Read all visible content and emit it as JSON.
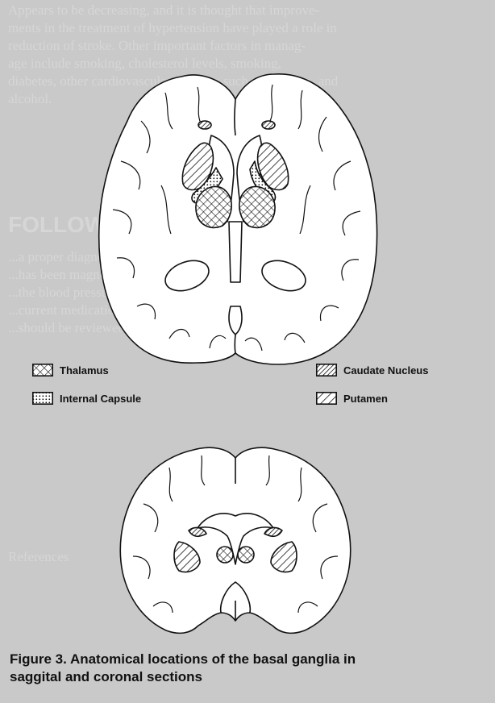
{
  "background_text": {
    "lines": [
      "Appears to be decreasing, and it is thought that improve-",
      "ments in the treatment of hypertension have played a role in",
      "reduction of stroke. Other important factors in manag-",
      "age include smoking, cholesterol levels, smoking,",
      "diabetes, other cardiovascular diseases such as diabetes, and",
      "alcohol."
    ],
    "heading": "FOLLOW-UP",
    "lines2": [
      "...a proper diagnosis has been made, ongoing",
      "...has been magnetic resonance imaging follow-up are",
      "...the blood pressure should be checked regularly. Her",
      "...current medications include blood thinners, which",
      "...should be reviewed at each visit."
    ],
    "references_label": "References"
  },
  "legend": {
    "thalamus": "Thalamus",
    "internal_capsule": "Internal Capsule",
    "caudate_nucleus": "Caudate Nucleus",
    "putamen": "Putamen"
  },
  "caption": {
    "line1": "Figure 3.  Anatomical locations of the basal ganglia in",
    "line2": "saggital and coronal sections"
  },
  "colors": {
    "outline": "#111111",
    "brain_fill": "#ffffff",
    "page_bg": "#c9c9c9"
  }
}
